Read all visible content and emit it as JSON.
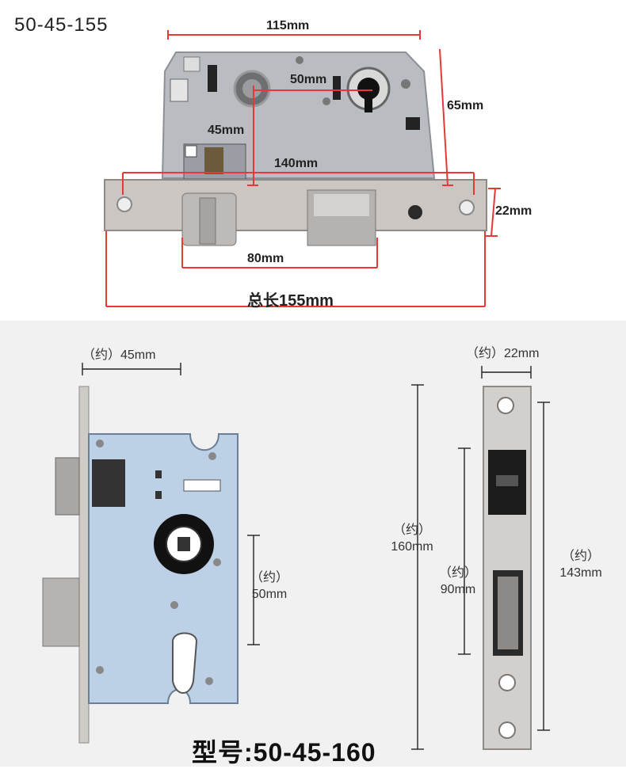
{
  "top": {
    "model": "50-45-155",
    "dim_115": "115mm",
    "dim_50": "50mm",
    "dim_65": "65mm",
    "dim_45": "45mm",
    "dim_140": "140mm",
    "dim_22": "22mm",
    "dim_80": "80mm",
    "dim_total": "总长155mm"
  },
  "bottom": {
    "backset_45": "（约）45mm",
    "spacing_50_line1": "（约）",
    "spacing_50_line2": "50mm",
    "faceplate_22": "（约）22mm",
    "height_160_line1": "（约）",
    "height_160_line2": "160mm",
    "dist_90_line1": "（约）",
    "dist_90_line2": "90mm",
    "dist_143_line1": "（约）",
    "dist_143_line2": "143mm",
    "model": "型号:50-45-160"
  },
  "colors": {
    "dimension_red": "#e53935",
    "steel": "#c9c5c1",
    "lock_body_gray": "#b4b8bd",
    "lock_body_blue": "#bcd0e6"
  }
}
